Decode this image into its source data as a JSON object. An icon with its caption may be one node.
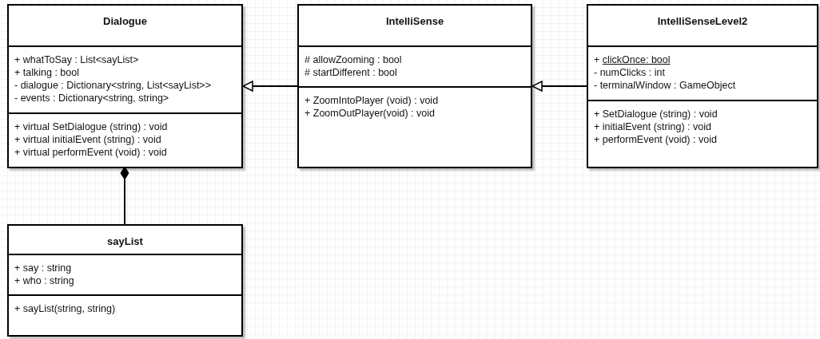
{
  "diagram": {
    "nodes": [
      {
        "text": [
          "Dialogue"
        ]
      },
      {
        "text": [
          "+ whatToSay : List<sayList>",
          "+ talking : bool",
          "- dialogue : Dictionary<string, List<sayList>>",
          "- events : Dictionary<string, string>"
        ],
        "in": 0
      },
      {
        "text": [
          "+ virtual SetDialogue (string) : void",
          "+ virtual initialEvent (string) : void",
          "+ virtual performEvent (void) : void"
        ],
        "in": 0
      },
      {
        "text": [
          "IntelliSense"
        ]
      },
      {
        "text": [
          "# allowZooming : bool",
          "# startDifferent : bool"
        ],
        "in": 3
      },
      {
        "text": [
          "+ ZoomIntoPlayer (void) : void",
          "+ ZoomOutPlayer(void) : void"
        ],
        "in": 3
      },
      {
        "text": [
          "IntelliSenseLevel2"
        ]
      },
      {
        "text": [
          "+ clickOnce: bool",
          "- numClicks : int",
          "- terminalWindow : GameObject"
        ],
        "in": 6
      },
      {
        "text": [
          "+ SetDialogue (string) : void",
          "+ initialEvent (string) : void",
          "+ performEvent (void) : void"
        ],
        "in": 6
      },
      {
        "text": [
          "sayList"
        ]
      },
      {
        "text": [
          "+ say : string",
          "+ who : string"
        ],
        "in": 9
      },
      {
        "text": [
          "+ sayList(string, string)"
        ],
        "in": 9
      }
    ],
    "edges": [
      {
        "from": 3,
        "to": 0,
        "arrow": "to"
      },
      {
        "from": 6,
        "to": 3,
        "arrow": "to"
      },
      {
        "from": 9,
        "to": 0,
        "arrow": "other"
      }
    ]
  }
}
